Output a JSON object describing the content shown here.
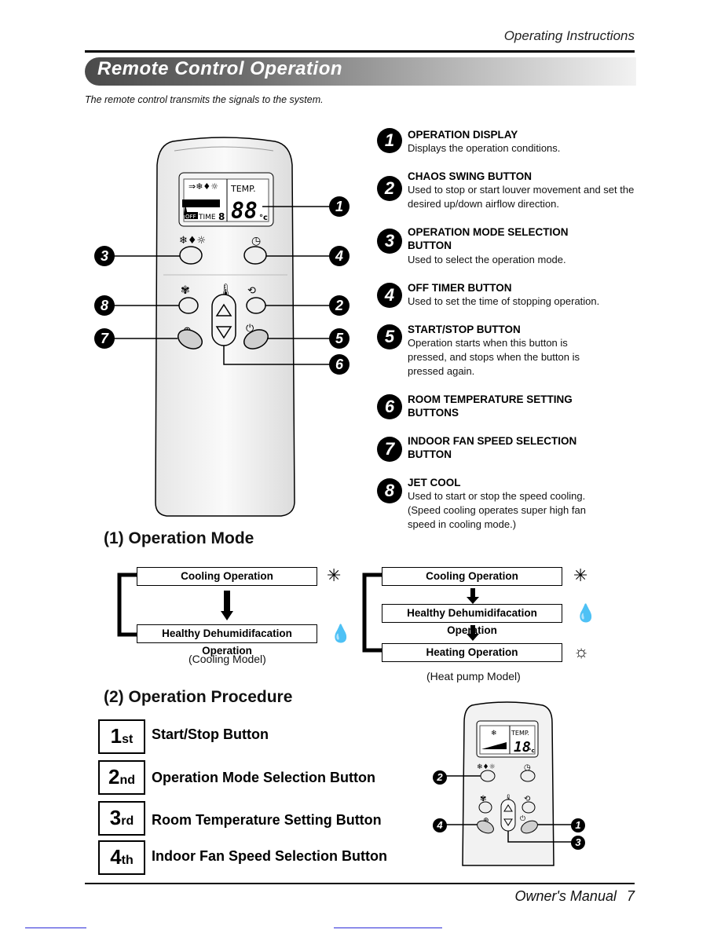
{
  "header": {
    "section": "Operating Instructions"
  },
  "title": "Remote Control Operation",
  "intro": "The remote control transmits the signals to the system.",
  "remote_display": {
    "temp_label": "TEMP.",
    "digits": "88",
    "unit": "°c",
    "timer_label": "TIME",
    "timer_digit": "8",
    "off_label": "OFF"
  },
  "descriptions": [
    {
      "num": "1",
      "title": "OPERATION DISPLAY",
      "body": "Displays the operation conditions."
    },
    {
      "num": "2",
      "title": "CHAOS SWING BUTTON",
      "body": "Used to stop or start louver movement and set the desired up/down airflow direction."
    },
    {
      "num": "3",
      "title": "OPERATION MODE SELECTION BUTTON",
      "body": "Used to select the operation mode."
    },
    {
      "num": "4",
      "title": "OFF TIMER BUTTON",
      "body": "Used to set the time of stopping operation."
    },
    {
      "num": "5",
      "title": "START/STOP BUTTON",
      "body": "Operation starts when this button is pressed, and stops when the button is pressed again."
    },
    {
      "num": "6",
      "title": "ROOM TEMPERATURE SETTING BUTTONS",
      "body": ""
    },
    {
      "num": "7",
      "title": "INDOOR FAN SPEED SELECTION BUTTON",
      "body": ""
    },
    {
      "num": "8",
      "title": "JET COOL",
      "body": "Used to start or stop the speed cooling. (Speed cooling operates super high fan speed in cooling mode.)"
    }
  ],
  "callouts": [
    "1",
    "3",
    "4",
    "8",
    "2",
    "7",
    "5",
    "6"
  ],
  "section1": {
    "heading": "(1) Operation Mode",
    "cooling_model": {
      "ops": [
        "Cooling Operation",
        "Healthy Dehumidifacation Operation"
      ],
      "caption": "(Cooling Model)"
    },
    "heat_pump_model": {
      "ops": [
        "Cooling Operation",
        "Healthy Dehumidifacation Operation",
        "Heating Operation"
      ],
      "caption": "(Heat pump Model)"
    }
  },
  "section2": {
    "heading": "(2) Operation Procedure",
    "steps": [
      {
        "ord": "1",
        "suffix": "st",
        "label": "Start/Stop Button"
      },
      {
        "ord": "2",
        "suffix": "nd",
        "label": "Operation Mode Selection Button"
      },
      {
        "ord": "3",
        "suffix": "rd",
        "label": "Room Temperature Setting Button"
      },
      {
        "ord": "4",
        "suffix": "th",
        "label": "Indoor Fan Speed Selection Button"
      }
    ],
    "small_remote": {
      "temp_label": "TEMP.",
      "digits": "18",
      "unit": "°c",
      "callouts": [
        "2",
        "4",
        "1",
        "3"
      ]
    }
  },
  "footer": {
    "manual": "Owner's Manual",
    "page": "7"
  }
}
